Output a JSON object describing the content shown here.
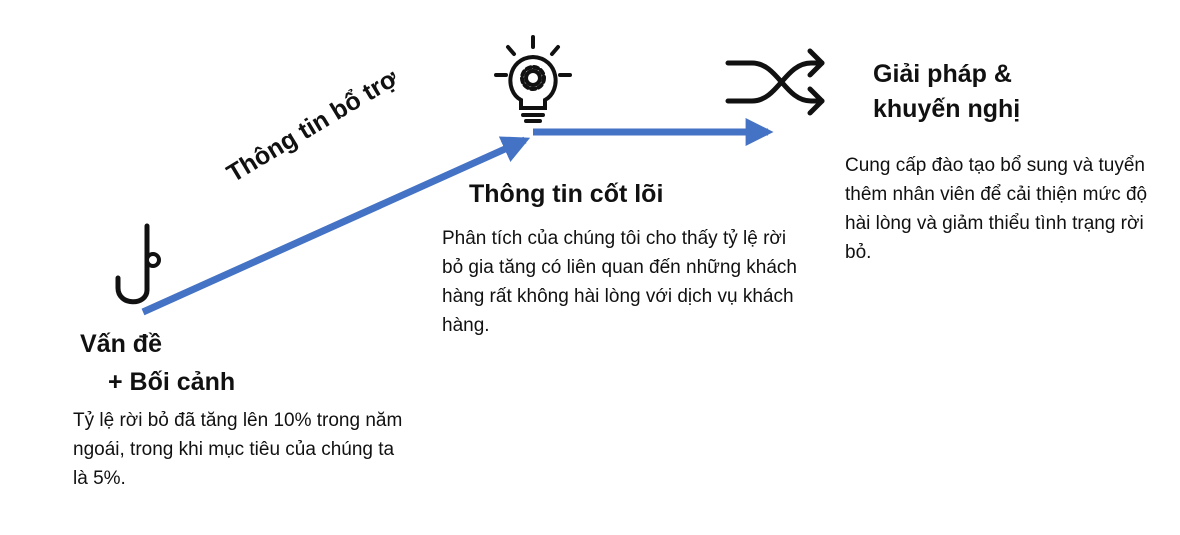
{
  "problem": {
    "title_line1": "Vấn đề",
    "title_line2": "+ Bối cảnh",
    "body": "Tỷ lệ rời bỏ đã tăng lên 10% trong năm ngoái, trong khi mục tiêu của chúng ta là 5%.",
    "icon": "fishhook-icon"
  },
  "supporting": {
    "label": "Thông tin bổ trợ"
  },
  "core_insight": {
    "title": "Thông tin cốt lõi",
    "body": "Phân tích của chúng tôi cho thấy tỷ lệ rời bỏ gia tăng có liên quan đến những khách hàng rất không hài lòng với dịch vụ khách hàng.",
    "icon": "lightbulb-gear-icon"
  },
  "solution": {
    "title_line1": "Giải pháp &",
    "title_line2": "khuyến nghị",
    "body": "Cung cấp đào tạo bổ sung và tuyển thêm nhân viên để cải thiện mức độ hài lòng và giảm thiểu tình trạng rời bỏ.",
    "icon": "shuffle-icon"
  },
  "colors": {
    "arrow": "#4472C4",
    "text": "#111111",
    "icon": "#111111"
  }
}
